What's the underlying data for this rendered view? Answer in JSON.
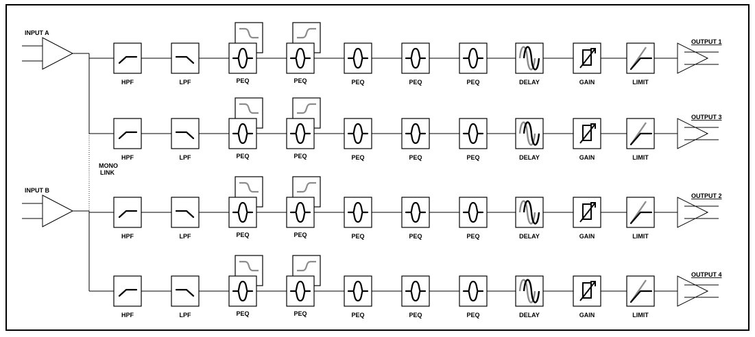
{
  "inputs": [
    {
      "label": "INPUT A"
    },
    {
      "label": "INPUT B"
    }
  ],
  "mono_link": {
    "line1": "MONO",
    "line2": "LINK"
  },
  "channels": [
    {
      "output": "OUTPUT 1"
    },
    {
      "output": "OUTPUT 3"
    },
    {
      "output": "OUTPUT 2"
    },
    {
      "output": "OUTPUT 4"
    }
  ],
  "blocks": [
    {
      "label": "HPF",
      "icon": "hpf-icon"
    },
    {
      "label": "LPF",
      "icon": "lpf-icon"
    },
    {
      "label": "PEQ",
      "icon": "peq-icon",
      "shelf": "low-shelf-icon"
    },
    {
      "label": "PEQ",
      "icon": "peq-icon",
      "shelf": "high-shelf-icon"
    },
    {
      "label": "PEQ",
      "icon": "peq-icon"
    },
    {
      "label": "PEQ",
      "icon": "peq-icon"
    },
    {
      "label": "PEQ",
      "icon": "peq-icon"
    },
    {
      "label": "DELAY",
      "icon": "delay-icon"
    },
    {
      "label": "GAIN",
      "icon": "gain-icon"
    },
    {
      "label": "LIMIT",
      "icon": "limiter-icon"
    }
  ],
  "colors": {
    "line": "#000000",
    "accent_gray": "#8c8c8c",
    "background": "#ffffff"
  }
}
